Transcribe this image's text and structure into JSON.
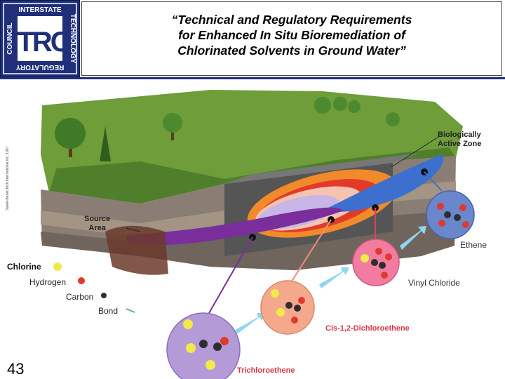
{
  "logo": {
    "letters": "ITRC",
    "ring_top": "INTERSTATE",
    "ring_right": "TECHNOLOGY",
    "ring_bottom": "REGULATORY",
    "ring_left": "COUNCIL"
  },
  "title": {
    "line1": "“Technical and Regulatory Requirements",
    "line2": "for Enhanced In Situ Bioremediation of",
    "line3": "Chlorinated Solvents in Ground Water”"
  },
  "diagram": {
    "biologically_active_zone_line1": "Biologically",
    "biologically_active_zone_line2": "Active Zone",
    "source_area_line1": "Source",
    "source_area_line2": "Area",
    "copyright": "Sweet-Benet Tech International Inc. 1997",
    "ethene": "Ethene",
    "vinyl_chloride": "Vinyl Chloride",
    "cis_dce": "Cis-1,2-Dichloroethene",
    "tce": "Trichloroethene"
  },
  "legend": {
    "chlorine": "Chlorine",
    "hydrogen": "Hydrogen",
    "carbon": "Carbon",
    "bond": "Bond"
  },
  "colors": {
    "chlorine": "#f2e94a",
    "hydrogen": "#e03a2c",
    "carbon": "#2e2e2e",
    "tce_circle": "#b59ad8",
    "dce_circle": "#f4a98d",
    "vc_circle": "#f27ba0",
    "ethene_circle": "#6a86cc",
    "plume_purple": "#7a2e9b",
    "plume_blue": "#3d6fcf"
  },
  "slide_number": "43"
}
